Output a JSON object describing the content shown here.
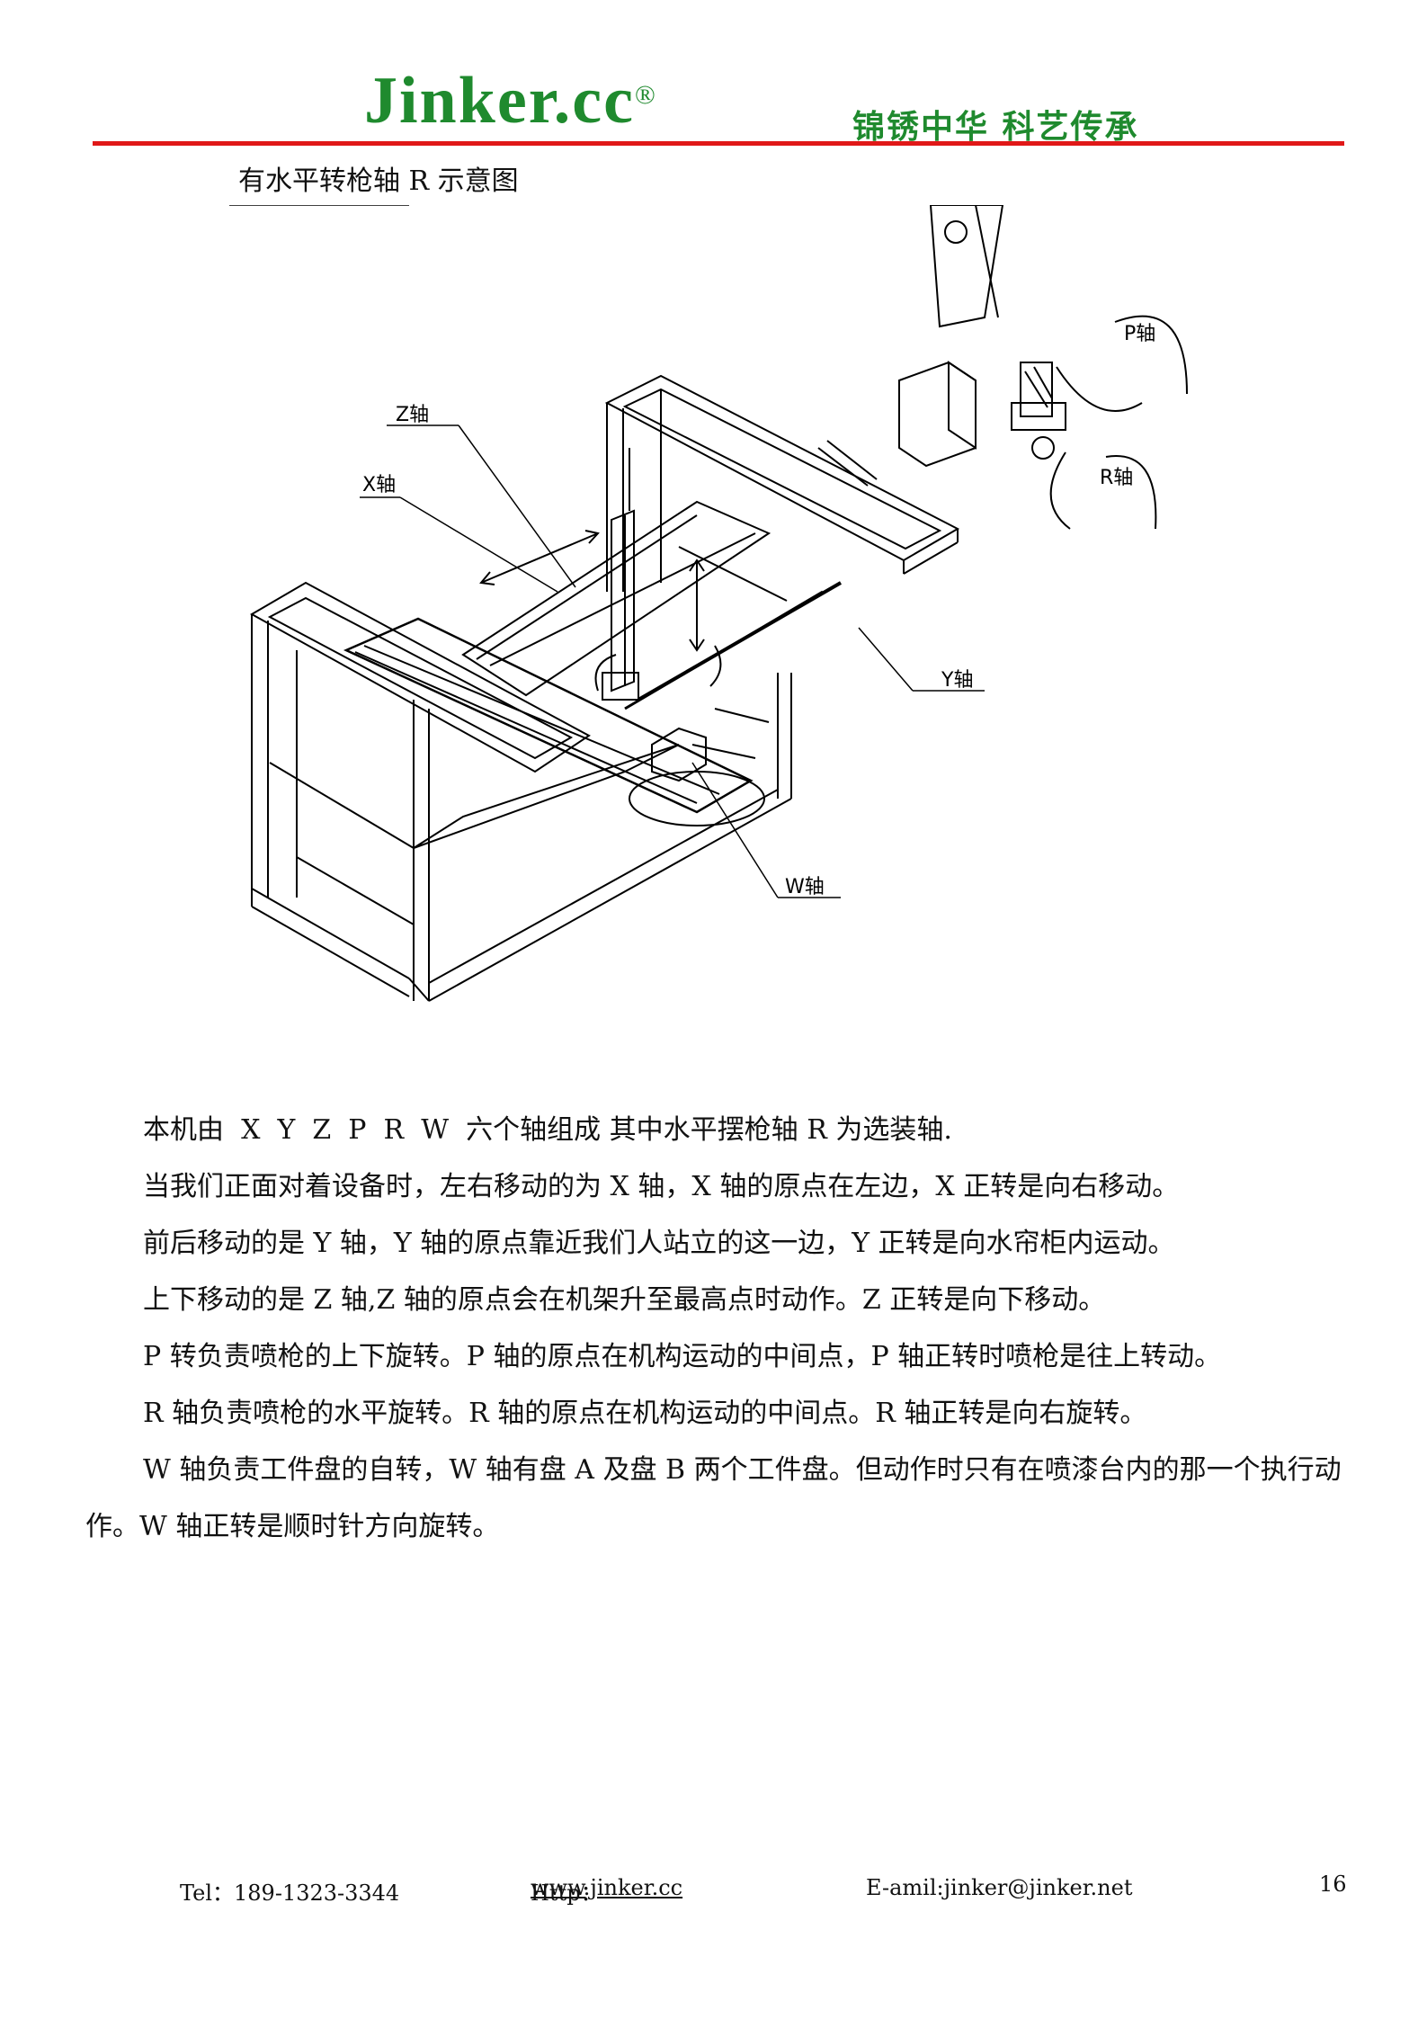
{
  "header": {
    "logo_text": "Jinker.cc",
    "logo_mark": "®",
    "slogan": "锦锈中华 科艺传承",
    "brand_color": "#1f8a2e",
    "rule_color": "#e01818"
  },
  "figure": {
    "caption": "有水平转枪轴 R 示意图",
    "labels": {
      "z": "Z轴",
      "x": "X轴",
      "y": "Y轴",
      "w": "W轴",
      "p": "P轴",
      "r": "R轴"
    }
  },
  "body": {
    "paragraphs": [
      "本机由  X  Y  Z  P  R  W  六个轴组成 其中水平摆枪轴 R 为选装轴.",
      "当我们正面对着设备时，左右移动的为 X 轴，X 轴的原点在左边，X 正转是向右移动。",
      "前后移动的是 Y 轴，Y 轴的原点靠近我们人站立的这一边，Y 正转是向水帘柜内运动。",
      "上下移动的是 Z 轴,Z 轴的原点会在机架升至最高点时动作。Z 正转是向下移动。",
      "P 转负责喷枪的上下旋转。P 轴的原点在机构运动的中间点，P 轴正转时喷枪是往上转动。",
      "R 轴负责喷枪的水平旋转。R 轴的原点在机构运动的中间点。R 轴正转是向右旋转。",
      "W 轴负责工件盘的自转，W 轴有盘 A 及盘 B 两个工件盘。但动作时只有在喷漆台内的那一个执行动作。W 轴正转是顺时针方向旋转。"
    ]
  },
  "footer": {
    "tel": "Tel：189-1323-3344",
    "web_label": "Http：",
    "web_url": "www.jinker.cc",
    "email": "E-amil:jinker@jinker.net",
    "page_number": "16"
  }
}
